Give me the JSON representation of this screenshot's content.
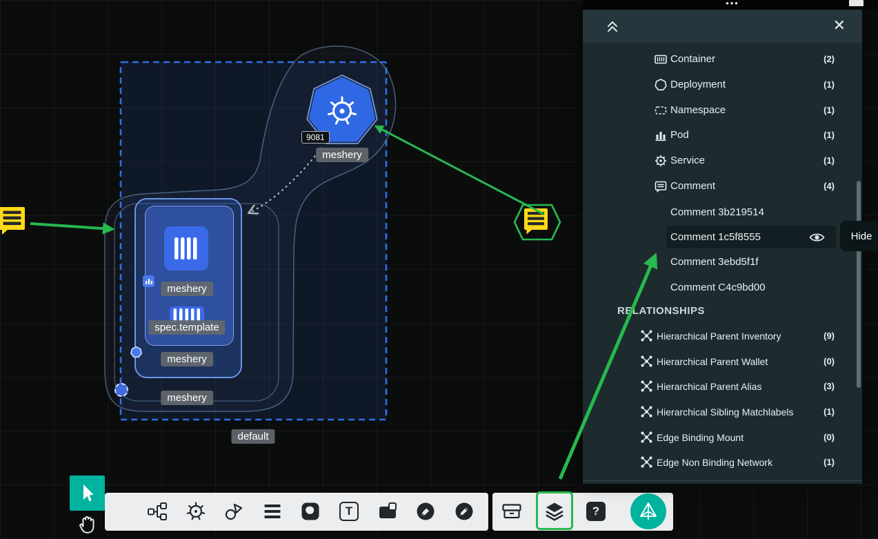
{
  "header": {
    "more_options": "•••",
    "close_glyph": "✕",
    "tooltip_hide": "Hide"
  },
  "canvas": {
    "service_node_label": "meshery",
    "service_port": "9081",
    "container_label": "meshery",
    "spec_template_label": "spec.template",
    "pod_label": "meshery",
    "deployment_label": "meshery",
    "namespace_label": "default"
  },
  "panel": {
    "components": [
      {
        "label": "Container",
        "count": "(2)"
      },
      {
        "label": "Deployment",
        "count": "(1)"
      },
      {
        "label": "Namespace",
        "count": "(1)"
      },
      {
        "label": "Pod",
        "count": "(1)"
      },
      {
        "label": "Service",
        "count": "(1)"
      },
      {
        "label": "Comment",
        "count": "(4)"
      }
    ],
    "comments": [
      {
        "label": "Comment 3b219514"
      },
      {
        "label": "Comment 1c5f8555"
      },
      {
        "label": "Comment 3ebd5f1f"
      },
      {
        "label": "Comment C4c9bd00"
      }
    ],
    "relationships_header": "RELATIONSHIPS",
    "relationships": [
      {
        "label": "Hierarchical Parent Inventory",
        "count": "(9)"
      },
      {
        "label": "Hierarchical Parent Wallet",
        "count": "(0)"
      },
      {
        "label": "Hierarchical Parent Alias",
        "count": "(3)"
      },
      {
        "label": "Hierarchical Sibling Matchlabels",
        "count": "(1)"
      },
      {
        "label": "Edge Binding Mount",
        "count": "(0)"
      },
      {
        "label": "Edge Non Binding Network",
        "count": "(1)"
      }
    ]
  },
  "toolbar": {
    "text_tool_glyph": "T",
    "help_glyph": "?"
  },
  "colors": {
    "accent_green": "#27b94e",
    "meshery_teal": "#00b39f",
    "k8s_blue": "#2f68e4",
    "comment_yellow": "#ffd915",
    "panel_bg": "#1d2b2f"
  }
}
